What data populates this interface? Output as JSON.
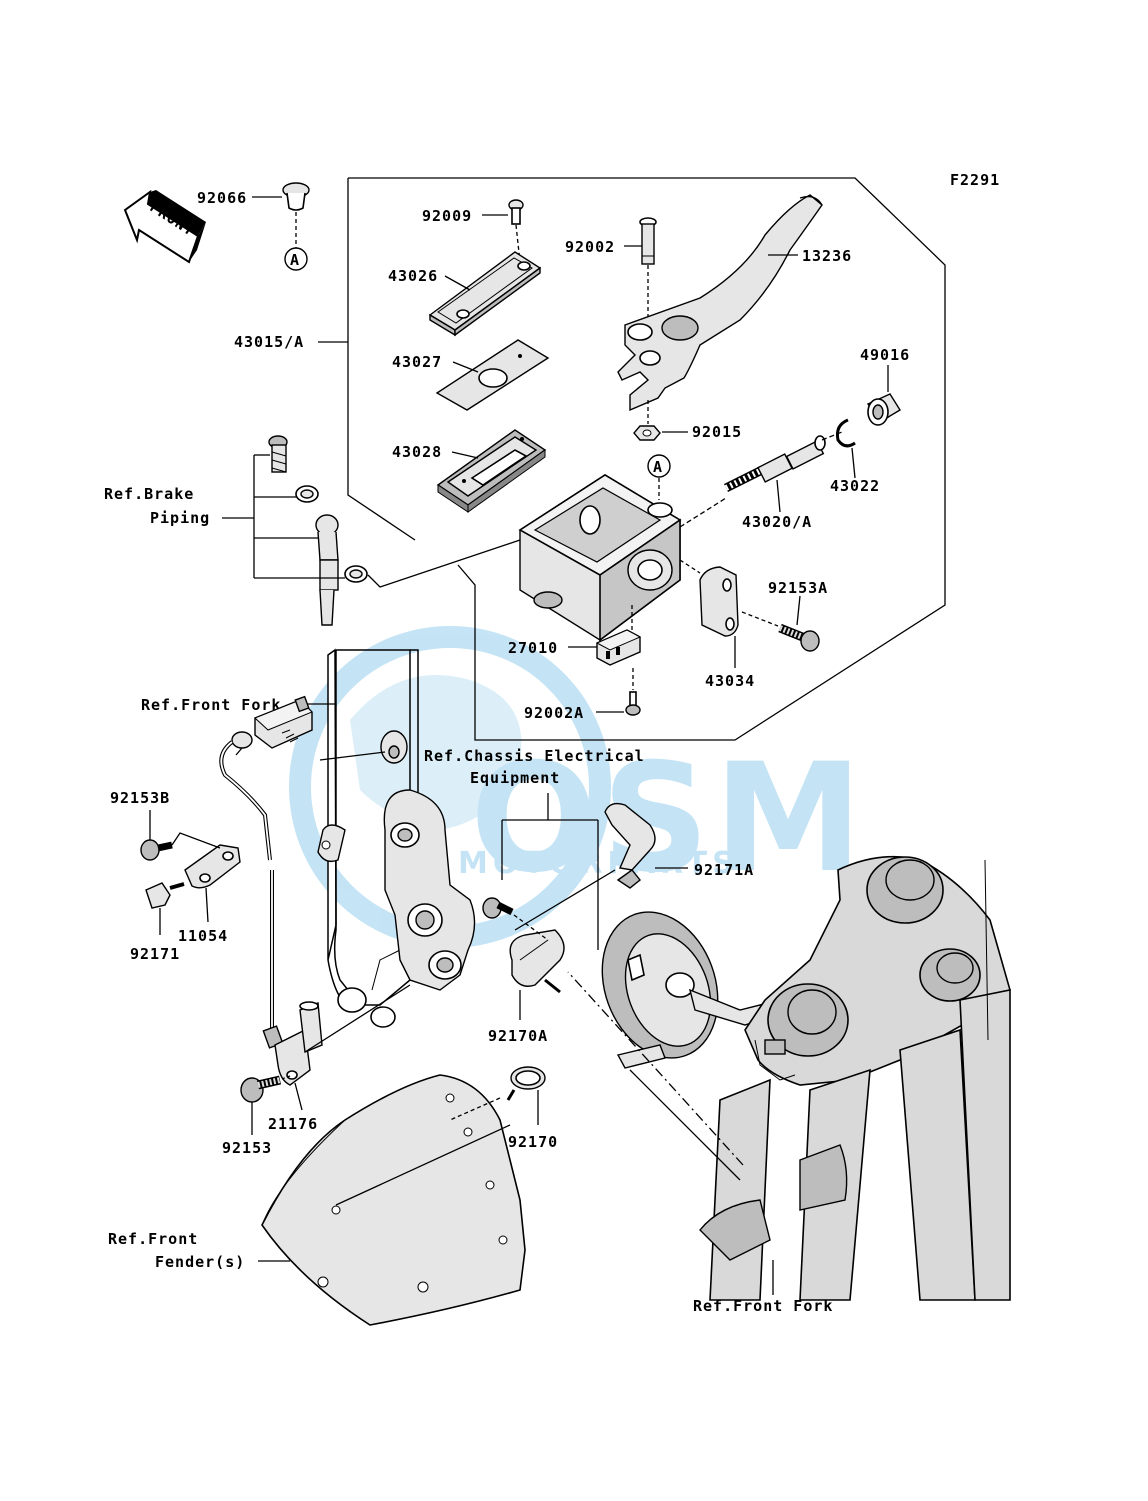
{
  "diagram_code": "F2291",
  "front_arrow_label": "FRONT",
  "detail_ref": "A",
  "watermark": {
    "brand": "OSM",
    "sub": "MOTORPARTS",
    "color": "#5ab4e6"
  },
  "parts": {
    "p92066": "92066",
    "p92009": "92009",
    "p92002": "92002",
    "p13236": "13236",
    "p43026": "43026",
    "p43015A": "43015/A",
    "p43027": "43027",
    "p49016": "49016",
    "p92015": "92015",
    "p43028": "43028",
    "p43022": "43022",
    "p43020A": "43020/A",
    "p92153A": "92153A",
    "p27010": "27010",
    "p43034": "43034",
    "p92002A": "92002A",
    "p92153B": "92153B",
    "p92171A": "92171A",
    "p11054": "11054",
    "p92171": "92171",
    "p92170A": "92170A",
    "p21176": "21176",
    "p92170": "92170",
    "p92153": "92153"
  },
  "refs": {
    "brake_piping_1": "Ref.Brake",
    "brake_piping_2": "Piping",
    "front_fork_top": "Ref.Front Fork",
    "chassis_1": "Ref.Chassis Electrical",
    "chassis_2": "Equipment",
    "fender_1": "Ref.Front",
    "fender_2": "Fender(s)",
    "front_fork_bottom": "Ref.Front Fork"
  }
}
